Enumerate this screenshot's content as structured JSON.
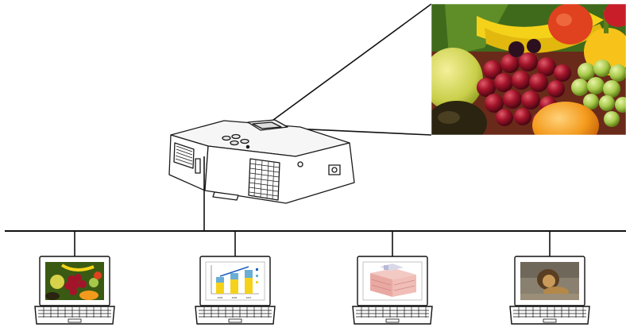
{
  "diagram": {
    "projector": {
      "name": "projector-icon"
    },
    "projected_image": {
      "name": "fruit-photo-image",
      "colors": {
        "red": "#c81e2a",
        "orange": "#f39a1c",
        "yellow": "#f5d21a",
        "green": "#8fbd32",
        "purple": "#5a1634"
      }
    },
    "network": {
      "name": "network-line"
    },
    "laptops": [
      {
        "name": "laptop-fruit",
        "screen": "fruit-photo-icon"
      },
      {
        "name": "laptop-chart",
        "screen": "bar-chart-icon",
        "chart_labels": [
          "2005",
          "2006",
          "2007"
        ]
      },
      {
        "name": "laptop-building",
        "screen": "building-drawing-icon"
      },
      {
        "name": "laptop-lion",
        "screen": "lion-photo-icon"
      }
    ]
  }
}
